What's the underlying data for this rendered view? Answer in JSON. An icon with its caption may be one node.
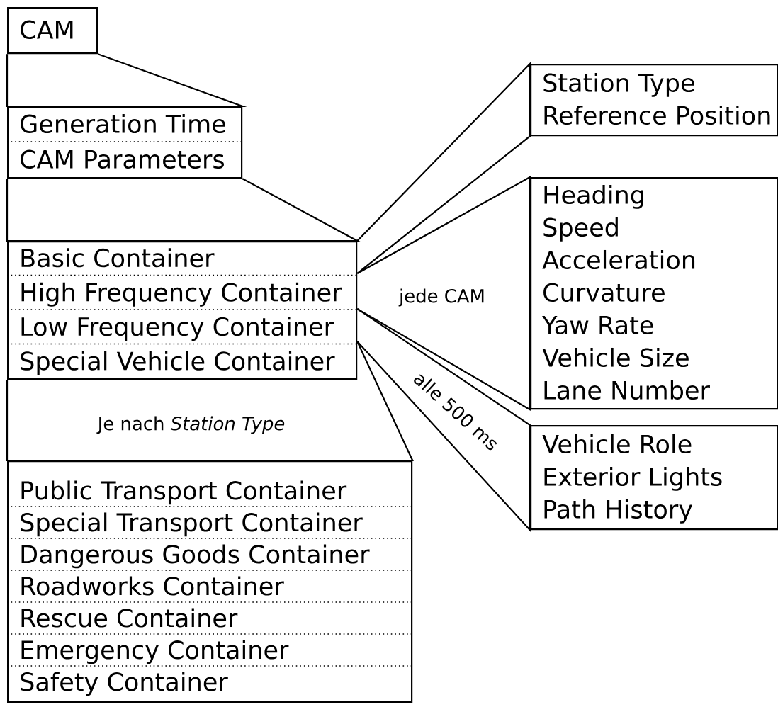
{
  "diagram": {
    "nodes": [
      {
        "text": [
          "CAM"
        ]
      },
      {
        "text": [
          "Generation Time",
          "CAM Parameters"
        ]
      },
      {
        "text": [
          "Basic Container",
          "High Frequency Container",
          "Low Frequency Container",
          "Special Vehicle Container"
        ]
      },
      {
        "text": [
          "Station Type",
          "Reference Position"
        ]
      },
      {
        "text": [
          "Heading",
          "Speed",
          "Acceleration",
          "Curvature",
          "Yaw Rate",
          "Vehicle Size",
          "Lane Number"
        ]
      },
      {
        "text": [
          "Vehicle Role",
          "Exterior Lights",
          "Path History"
        ]
      },
      {
        "text": [
          "Public Transport Container",
          "Special Transport Container",
          "Dangerous Goods Container",
          "Roadworks Container",
          "Rescue Container",
          "Emergency Container",
          "Safety Container"
        ]
      }
    ],
    "edges": [
      {
        "from": 0,
        "to": 1,
        "arrow": "none"
      },
      {
        "from": 1,
        "to": 2,
        "arrow": "none"
      },
      {
        "from": 2,
        "to": 3,
        "arrow": "none"
      },
      {
        "from": 2,
        "to": 4,
        "arrow": "none",
        "label": "jede CAM"
      },
      {
        "from": 2,
        "to": 5,
        "arrow": "none",
        "label": "alle 500 ms"
      },
      {
        "from": 2,
        "to": 6,
        "arrow": "none",
        "label": "Je nach *Station Type*"
      }
    ]
  }
}
